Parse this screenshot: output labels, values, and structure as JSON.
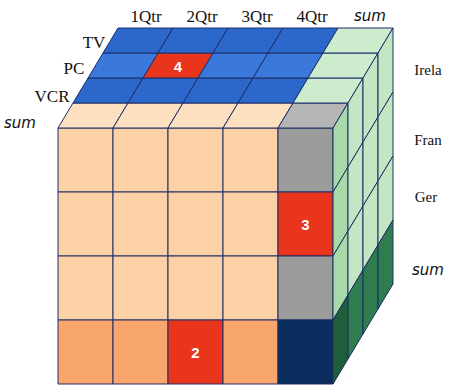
{
  "diagram": {
    "labels": [
      "1Qtr",
      "2Qtr",
      "3Qtr",
      "4Qtr",
      "sum",
      "TV",
      "PC",
      "VCR",
      "sum",
      "Irela",
      "Fran",
      "Ger",
      "sum",
      "4",
      "3",
      "2"
    ]
  }
}
